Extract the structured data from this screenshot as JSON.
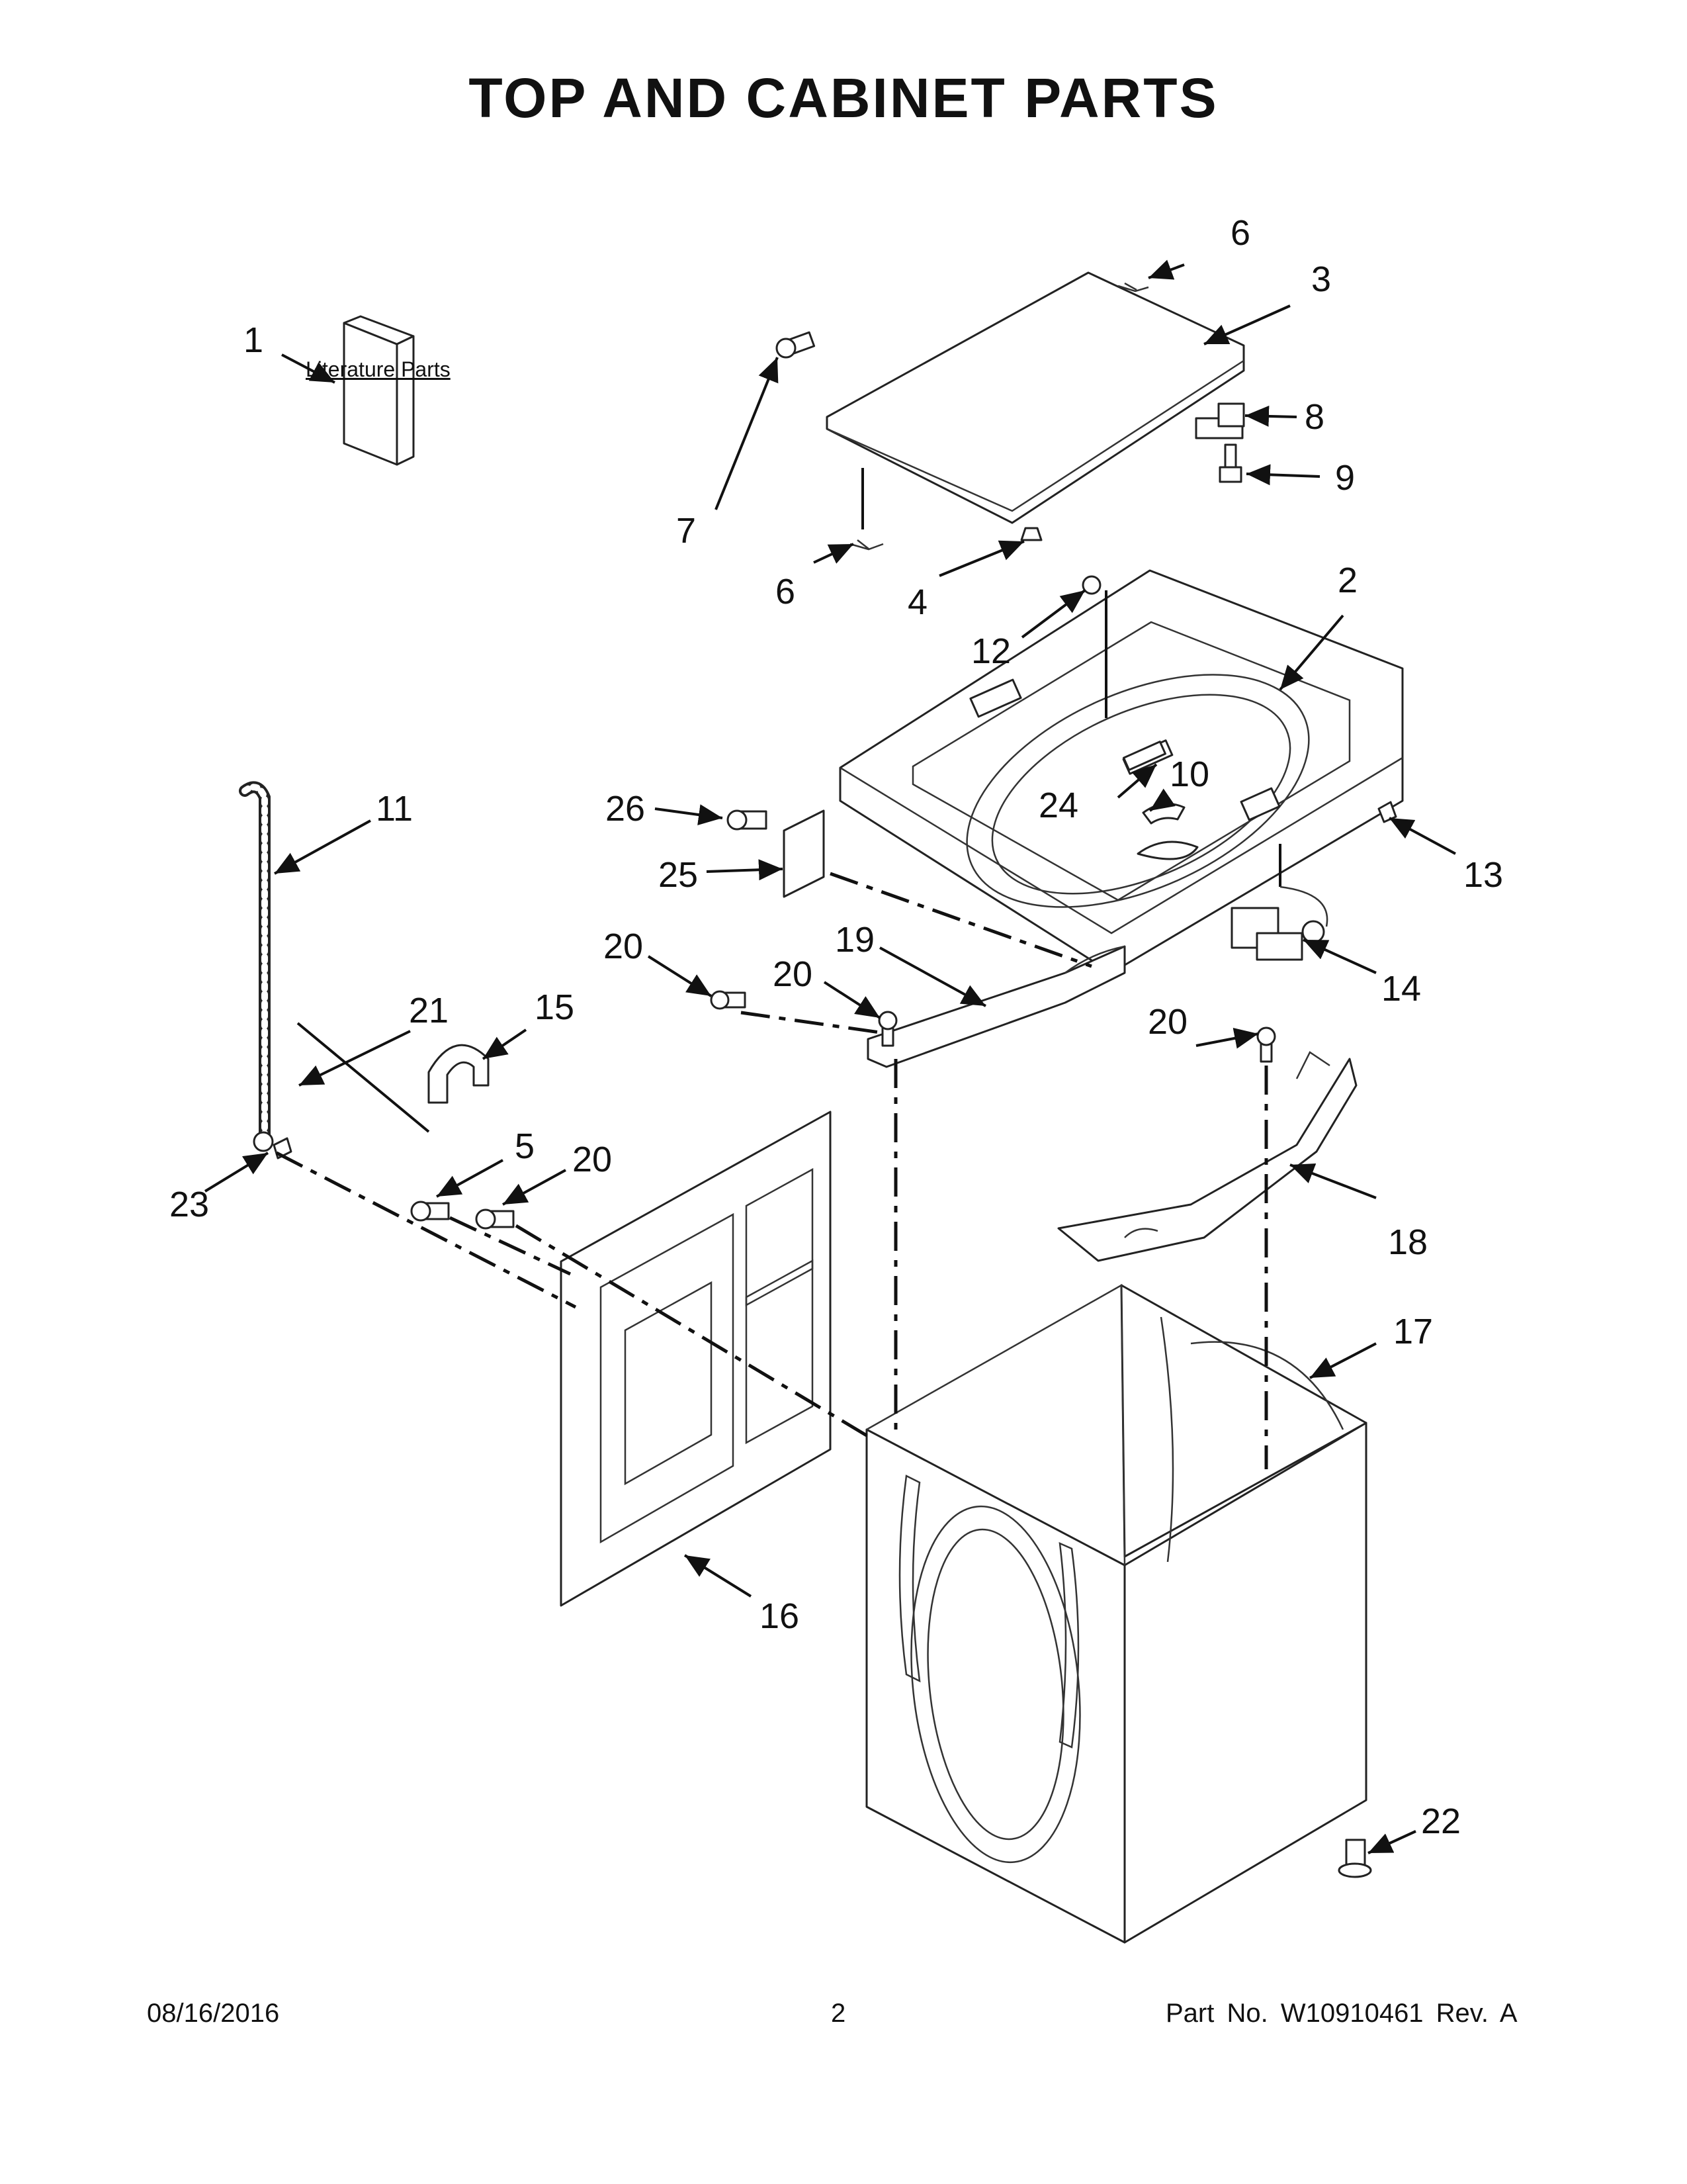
{
  "page": {
    "title": "TOP AND CABINET PARTS",
    "literature_label": "Literature Parts",
    "footer": {
      "date": "08/16/2016",
      "page_number": "2",
      "part_number": "Part No.  W10910461  Rev.  A"
    }
  },
  "callouts": {
    "c1": "1",
    "c2": "2",
    "c3": "3",
    "c4": "4",
    "c5": "5",
    "c6a": "6",
    "c6b": "6",
    "c7": "7",
    "c8": "8",
    "c9": "9",
    "c10": "10",
    "c11": "11",
    "c12": "12",
    "c13": "13",
    "c14": "14",
    "c15": "15",
    "c16": "16",
    "c17": "17",
    "c18": "18",
    "c19": "19",
    "c20a": "20",
    "c20b": "20",
    "c20c": "20",
    "c20d": "20",
    "c21": "21",
    "c22": "22",
    "c23": "23",
    "c24": "24",
    "c25": "25",
    "c26": "26"
  }
}
